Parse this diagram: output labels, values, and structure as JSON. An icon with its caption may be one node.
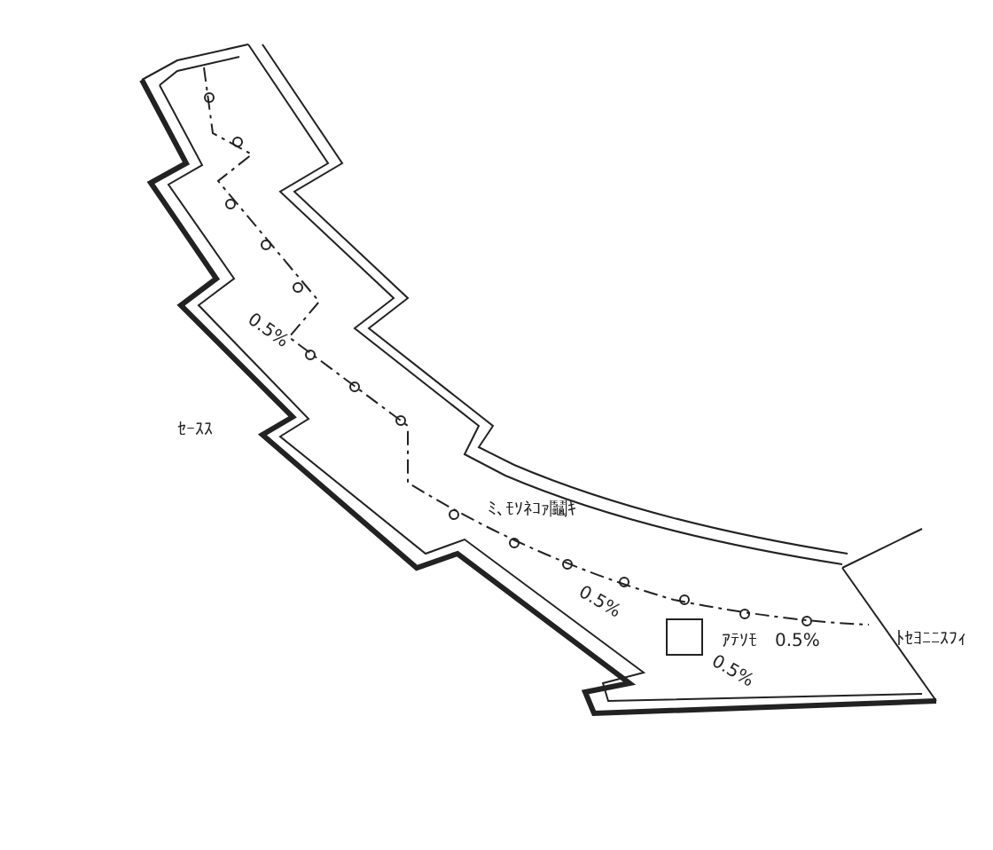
{
  "diagram": {
    "labels": [
      "0.5%",
      "ｾｰｽｽ",
      "ﾐ､ﾓｿﾈｺｧ鬮ｷ",
      "0.5%",
      "ｱﾃｿﾓ",
      "0.5%",
      "ﾄｾﾖﾆﾆｽﾌｨ",
      "0.5%"
    ]
  }
}
